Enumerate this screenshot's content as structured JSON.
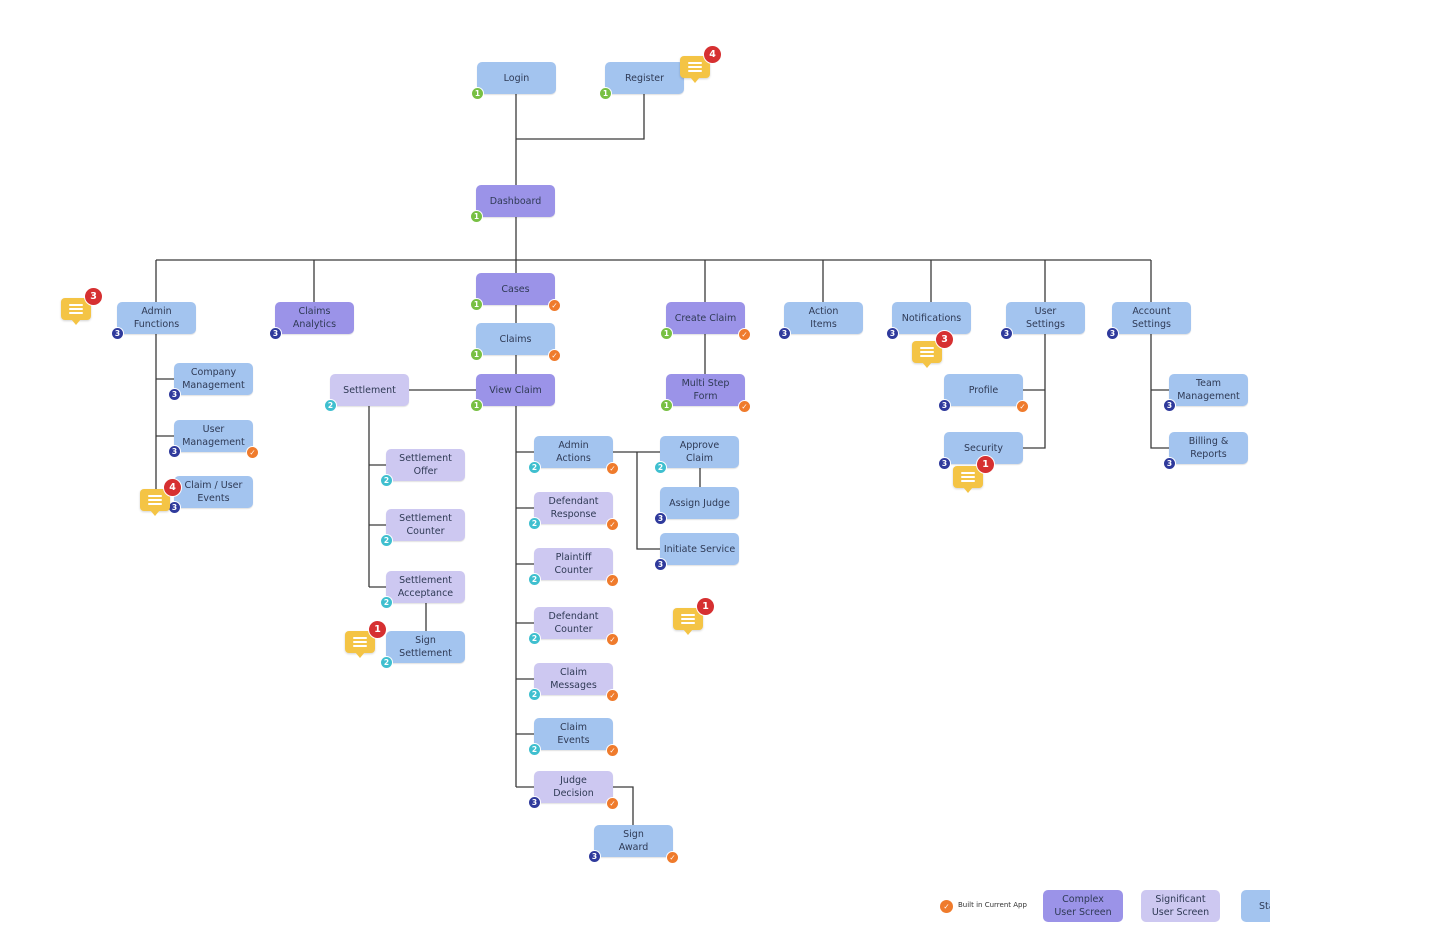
{
  "colors": {
    "standard": "#a3c4ef",
    "complex": "#9b93e8",
    "significant": "#cdc8f1",
    "level_1": "#78c043",
    "level_2": "#3fbfcf",
    "level_3": "#2f3a9c",
    "built": "#ef7b2c",
    "comment": "#f4c445",
    "comment_count": "#d63031",
    "connector": "#3a3a3a"
  },
  "nodes": [
    {
      "id": "login",
      "label": "Login",
      "type": "standard",
      "level": "1",
      "built": false
    },
    {
      "id": "register",
      "label": "Register",
      "type": "standard",
      "level": "1",
      "built": false
    },
    {
      "id": "dashboard",
      "label": "Dashboard",
      "type": "complex",
      "level": "1",
      "built": false
    },
    {
      "id": "cases",
      "label": "Cases",
      "type": "complex",
      "level": "1",
      "built": true
    },
    {
      "id": "claims",
      "label": "Claims",
      "type": "standard",
      "level": "1",
      "built": true
    },
    {
      "id": "view-claim",
      "label": "View Claim",
      "type": "complex",
      "level": "1",
      "built": false
    },
    {
      "id": "admin-functions",
      "label": "Admin\nFunctions",
      "type": "standard",
      "level": "3",
      "built": false
    },
    {
      "id": "company-management",
      "label": "Company\nManagement",
      "type": "standard",
      "level": "3",
      "built": false
    },
    {
      "id": "user-management",
      "label": "User\nManagement",
      "type": "standard",
      "level": "3",
      "built": true
    },
    {
      "id": "claim-user-events",
      "label": "Claim / User\nEvents",
      "type": "standard",
      "level": "3",
      "built": false
    },
    {
      "id": "claims-analytics",
      "label": "Claims\nAnalytics",
      "type": "complex",
      "level": "3",
      "built": false
    },
    {
      "id": "settlement",
      "label": "Settlement",
      "type": "significant",
      "level": "2",
      "built": false
    },
    {
      "id": "settlement-offer",
      "label": "Settlement\nOffer",
      "type": "significant",
      "level": "2",
      "built": false
    },
    {
      "id": "settlement-counter",
      "label": "Settlement\nCounter",
      "type": "significant",
      "level": "2",
      "built": false
    },
    {
      "id": "settlement-acceptance",
      "label": "Settlement\nAcceptance",
      "type": "significant",
      "level": "2",
      "built": false
    },
    {
      "id": "sign-settlement",
      "label": "Sign\nSettlement",
      "type": "standard",
      "level": "2",
      "built": false
    },
    {
      "id": "admin-actions",
      "label": "Admin\nActions",
      "type": "standard",
      "level": "2",
      "built": true
    },
    {
      "id": "defendant-response",
      "label": "Defendant\nResponse",
      "type": "significant",
      "level": "2",
      "built": true
    },
    {
      "id": "plaintiff-counter",
      "label": "Plaintiff\nCounter",
      "type": "significant",
      "level": "2",
      "built": true
    },
    {
      "id": "defendant-counter",
      "label": "Defendant\nCounter",
      "type": "significant",
      "level": "2",
      "built": true
    },
    {
      "id": "claim-messages",
      "label": "Claim\nMessages",
      "type": "significant",
      "level": "2",
      "built": true
    },
    {
      "id": "claim-events",
      "label": "Claim\nEvents",
      "type": "standard",
      "level": "2",
      "built": true
    },
    {
      "id": "judge-decision",
      "label": "Judge\nDecision",
      "type": "significant",
      "level": "3",
      "built": true
    },
    {
      "id": "sign-award",
      "label": "Sign\nAward",
      "type": "standard",
      "level": "3",
      "built": true
    },
    {
      "id": "approve-claim",
      "label": "Approve\nClaim",
      "type": "standard",
      "level": "2",
      "built": false
    },
    {
      "id": "assign-judge",
      "label": "Assign Judge",
      "type": "standard",
      "level": "3",
      "built": false
    },
    {
      "id": "initiate-service",
      "label": "Initiate Service",
      "type": "standard",
      "level": "3",
      "built": false
    },
    {
      "id": "create-claim",
      "label": "Create Claim",
      "type": "complex",
      "level": "1",
      "built": true
    },
    {
      "id": "multi-step-form",
      "label": "Multi Step\nForm",
      "type": "complex",
      "level": "1",
      "built": true
    },
    {
      "id": "action-items",
      "label": "Action\nItems",
      "type": "standard",
      "level": "3",
      "built": false
    },
    {
      "id": "notifications",
      "label": "Notifications",
      "type": "standard",
      "level": "3",
      "built": false
    },
    {
      "id": "user-settings",
      "label": "User\nSettings",
      "type": "standard",
      "level": "3",
      "built": false
    },
    {
      "id": "profile",
      "label": "Profile",
      "type": "standard",
      "level": "3",
      "built": true
    },
    {
      "id": "security",
      "label": "Security",
      "type": "standard",
      "level": "3",
      "built": false
    },
    {
      "id": "account-settings",
      "label": "Account\nSettings",
      "type": "standard",
      "level": "3",
      "built": false
    },
    {
      "id": "team-management",
      "label": "Team\nManagement",
      "type": "standard",
      "level": "3",
      "built": false
    },
    {
      "id": "billing-reports",
      "label": "Billing & Reports",
      "type": "standard",
      "level": "3",
      "built": false
    }
  ],
  "comments": [
    {
      "id": "register",
      "count": "4"
    },
    {
      "id": "admin",
      "count": "3"
    },
    {
      "id": "claim-events",
      "count": "4"
    },
    {
      "id": "sign-settlement",
      "count": "1"
    },
    {
      "id": "claim-area",
      "count": "1"
    },
    {
      "id": "notifications",
      "count": "3"
    },
    {
      "id": "security",
      "count": "1"
    }
  ],
  "legend": {
    "built_icon": "built-check-icon",
    "built_label": "Built in Current App",
    "items": [
      {
        "type": "complex",
        "label": "Complex\nUser Screen"
      },
      {
        "type": "significant",
        "label": "Significant\nUser Screen"
      },
      {
        "type": "standard",
        "label": "Sta"
      }
    ]
  }
}
